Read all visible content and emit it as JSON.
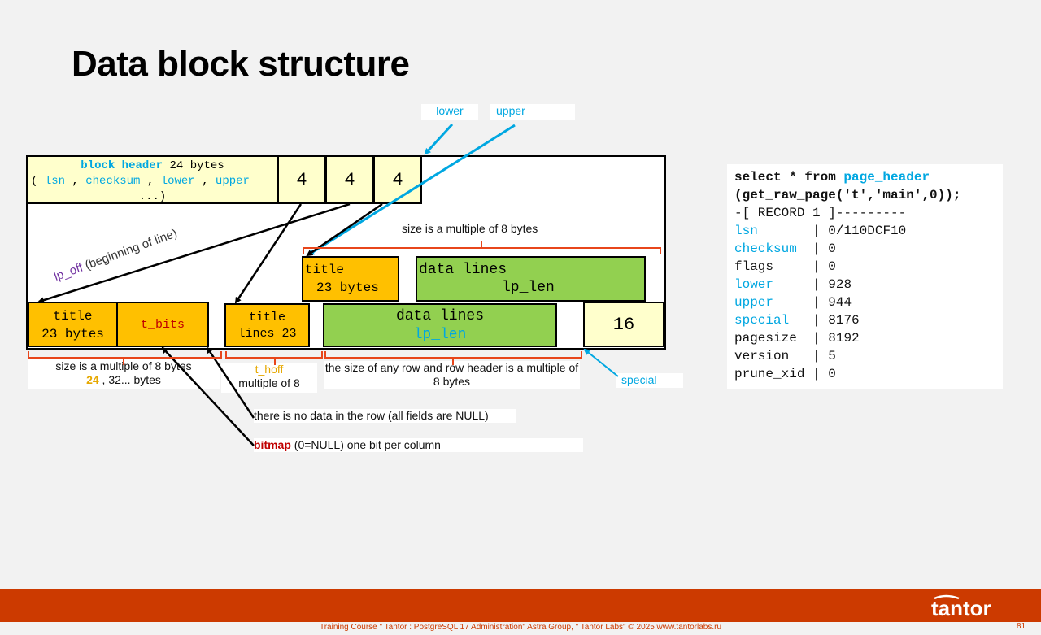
{
  "title": "Data block structure",
  "labels": {
    "lower": "lower",
    "upper": "upper",
    "special": "special",
    "size_multiple_top": "size is a multiple of 8 bytes",
    "lp_off_name": "lp_off",
    "lp_off_desc": " (beginning of line)",
    "size_multiple_left_1": "size is a multiple of 8 bytes",
    "size_multiple_left_num": "24",
    "size_multiple_left_rest": " , 32... bytes",
    "t_hoff": "t_hoff",
    "t_hoff_desc": "multiple of 8",
    "row_size": "the size of any row and row header is a multiple of 8 bytes",
    "no_data": "there is no data in the row (all fields are NULL)",
    "bitmap_word": "bitmap",
    "bitmap_desc": " (0=NULL) one bit per column"
  },
  "block_header": {
    "name": "block header",
    "size": " 24 bytes",
    "open": "( ",
    "lsn": "lsn",
    "checksum": "checksum",
    "lower": "lower",
    "upper": "upper",
    "sep": " , ",
    "ellipsis": "...)"
  },
  "pointers": [
    "4",
    "4",
    "4"
  ],
  "row_top": {
    "title": "title",
    "title_size": "23 bytes",
    "data": "data lines",
    "lp_len": "lp_len"
  },
  "row_bottom": {
    "title": "title",
    "title_size": "23 bytes",
    "t_bits": "t_bits",
    "title2": "title",
    "title2_size": "lines 23",
    "data": "data lines",
    "lp_len": "lp_len",
    "special_value": "16"
  },
  "sql": {
    "line1_pre": "select * from ",
    "line1_fn": "page_header",
    "line2": "(get_raw_page('t','main',0));",
    "record": "-[ RECORD 1 ]---------",
    "rows": [
      {
        "name": "lsn",
        "pad": "      ",
        "value": "0/110DCF10",
        "highlight": true
      },
      {
        "name": "checksum",
        "pad": " ",
        "value": "0",
        "highlight": true
      },
      {
        "name": "flags",
        "pad": "    ",
        "value": "0",
        "highlight": false
      },
      {
        "name": "lower",
        "pad": "    ",
        "value": "928",
        "highlight": true
      },
      {
        "name": "upper",
        "pad": "    ",
        "value": "944",
        "highlight": true
      },
      {
        "name": "special",
        "pad": "  ",
        "value": "8176",
        "highlight": true
      },
      {
        "name": "pagesize",
        "pad": " ",
        "value": "8192",
        "highlight": false
      },
      {
        "name": "version",
        "pad": "  ",
        "value": "5",
        "highlight": false
      },
      {
        "name": "prune_xid",
        "pad": "",
        "value": "0",
        "highlight": false
      }
    ]
  },
  "footer": {
    "text": "Training Course \" Tantor : PostgreSQL 17 Administration\" Astra Group, \" Tantor Labs\" © 2025  www.tantorlabs.ru",
    "page": "81",
    "logo": "tantor"
  },
  "colors": {
    "accent_orange": "#cc3a00",
    "cyan": "#00a7e1",
    "amber": "#ffc000",
    "green": "#92d050",
    "yellow": "#ffffcc"
  }
}
